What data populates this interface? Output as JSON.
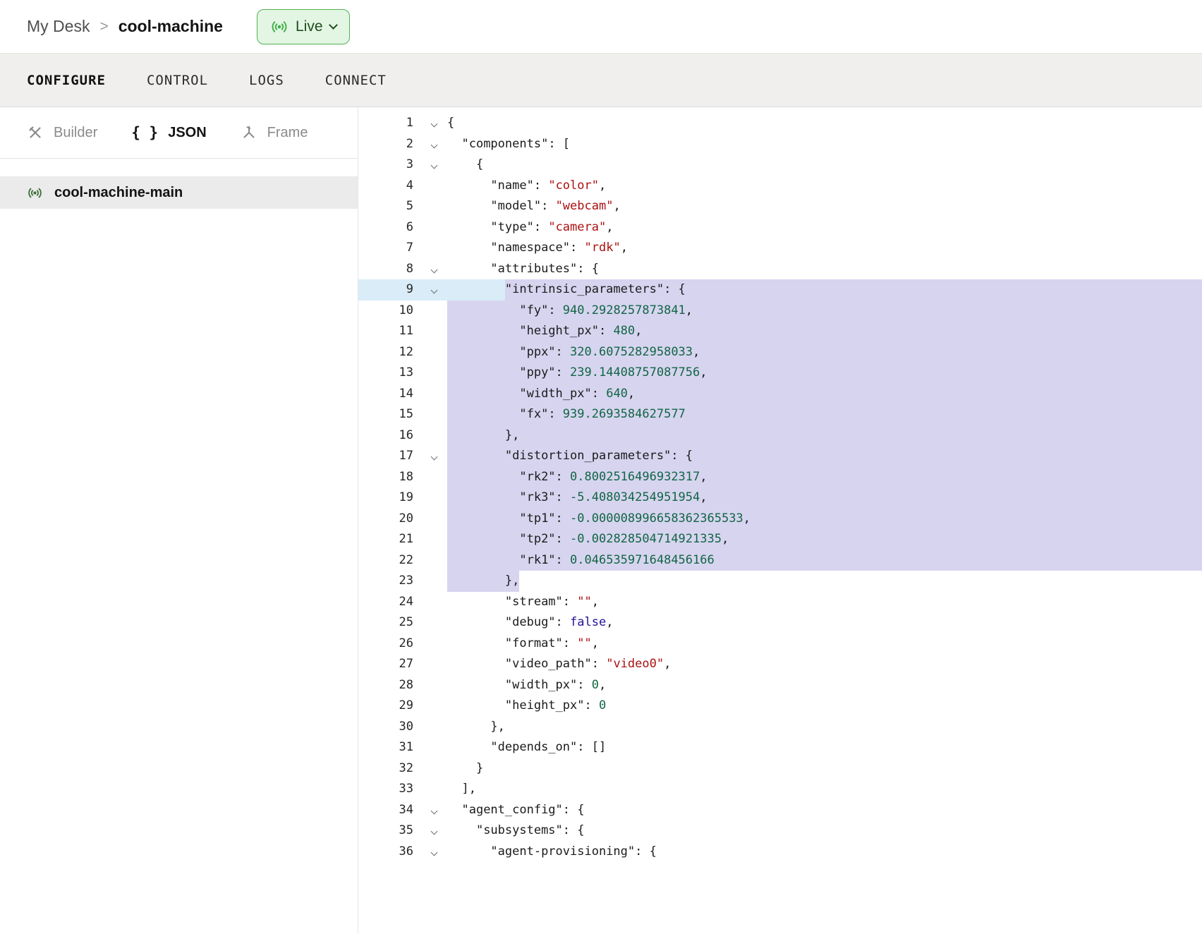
{
  "breadcrumb": {
    "parent": "My Desk",
    "separator": ">",
    "current": "cool-machine"
  },
  "live_badge": {
    "label": "Live"
  },
  "tabs": [
    {
      "label": "CONFIGURE",
      "active": true
    },
    {
      "label": "CONTROL",
      "active": false
    },
    {
      "label": "LOGS",
      "active": false
    },
    {
      "label": "CONNECT",
      "active": false
    }
  ],
  "sidebar": {
    "modes": [
      {
        "label": "Builder",
        "icon": "tools-icon",
        "active": false
      },
      {
        "label": "JSON",
        "icon": "braces-icon",
        "active": true
      },
      {
        "label": "Frame",
        "icon": "frame-axes-icon",
        "active": false
      }
    ],
    "machines": [
      {
        "label": "cool-machine-main",
        "icon": "broadcast-icon",
        "selected": true
      }
    ]
  },
  "colors": {
    "syntax-string": "#aa1111",
    "syntax-number": "#116644",
    "syntax-atom": "#221199",
    "syntax-text": "#1b1b1b",
    "selection": "#d7d4f0",
    "active-line": "#d9ecf8",
    "live-bg": "#e3f6e3",
    "live-border": "#52b152",
    "live-green": "#3fae49",
    "live-text": "#1f4d1f",
    "tabbar-bg": "#f0efed",
    "selected-item-bg": "#ebebeb",
    "machine-icon": "#3c6e3c",
    "muted": "#8a8a8a"
  },
  "editor": {
    "lines": [
      {
        "n": 1,
        "fold": true,
        "tokens": [
          [
            "pun",
            "{"
          ]
        ]
      },
      {
        "n": 2,
        "fold": true,
        "tokens": [
          [
            "ws",
            "  "
          ],
          [
            "key",
            "\"components\""
          ],
          [
            "pun",
            ": ["
          ]
        ]
      },
      {
        "n": 3,
        "fold": true,
        "tokens": [
          [
            "ws",
            "    "
          ],
          [
            "pun",
            "{"
          ]
        ]
      },
      {
        "n": 4,
        "tokens": [
          [
            "ws",
            "      "
          ],
          [
            "key",
            "\"name\""
          ],
          [
            "pun",
            ": "
          ],
          [
            "str",
            "\"color\""
          ],
          [
            "pun",
            ","
          ]
        ]
      },
      {
        "n": 5,
        "tokens": [
          [
            "ws",
            "      "
          ],
          [
            "key",
            "\"model\""
          ],
          [
            "pun",
            ": "
          ],
          [
            "str",
            "\"webcam\""
          ],
          [
            "pun",
            ","
          ]
        ]
      },
      {
        "n": 6,
        "tokens": [
          [
            "ws",
            "      "
          ],
          [
            "key",
            "\"type\""
          ],
          [
            "pun",
            ": "
          ],
          [
            "str",
            "\"camera\""
          ],
          [
            "pun",
            ","
          ]
        ]
      },
      {
        "n": 7,
        "tokens": [
          [
            "ws",
            "      "
          ],
          [
            "key",
            "\"namespace\""
          ],
          [
            "pun",
            ": "
          ],
          [
            "str",
            "\"rdk\""
          ],
          [
            "pun",
            ","
          ]
        ]
      },
      {
        "n": 8,
        "fold": true,
        "tokens": [
          [
            "ws",
            "      "
          ],
          [
            "key",
            "\"attributes\""
          ],
          [
            "pun",
            ": {"
          ]
        ]
      },
      {
        "n": 9,
        "fold": true,
        "active": true,
        "sel": "from",
        "tokens": [
          [
            "ws",
            "        "
          ],
          [
            "key",
            "\"intrinsic_parameters\""
          ],
          [
            "pun",
            ": {"
          ]
        ]
      },
      {
        "n": 10,
        "sel": "full",
        "tokens": [
          [
            "ws",
            "          "
          ],
          [
            "key",
            "\"fy\""
          ],
          [
            "pun",
            ": "
          ],
          [
            "num",
            "940.2928257873841"
          ],
          [
            "pun",
            ","
          ]
        ]
      },
      {
        "n": 11,
        "sel": "full",
        "tokens": [
          [
            "ws",
            "          "
          ],
          [
            "key",
            "\"height_px\""
          ],
          [
            "pun",
            ": "
          ],
          [
            "num",
            "480"
          ],
          [
            "pun",
            ","
          ]
        ]
      },
      {
        "n": 12,
        "sel": "full",
        "tokens": [
          [
            "ws",
            "          "
          ],
          [
            "key",
            "\"ppx\""
          ],
          [
            "pun",
            ": "
          ],
          [
            "num",
            "320.6075282958033"
          ],
          [
            "pun",
            ","
          ]
        ]
      },
      {
        "n": 13,
        "sel": "full",
        "tokens": [
          [
            "ws",
            "          "
          ],
          [
            "key",
            "\"ppy\""
          ],
          [
            "pun",
            ": "
          ],
          [
            "num",
            "239.14408757087756"
          ],
          [
            "pun",
            ","
          ]
        ]
      },
      {
        "n": 14,
        "sel": "full",
        "tokens": [
          [
            "ws",
            "          "
          ],
          [
            "key",
            "\"width_px\""
          ],
          [
            "pun",
            ": "
          ],
          [
            "num",
            "640"
          ],
          [
            "pun",
            ","
          ]
        ]
      },
      {
        "n": 15,
        "sel": "full",
        "tokens": [
          [
            "ws",
            "          "
          ],
          [
            "key",
            "\"fx\""
          ],
          [
            "pun",
            ": "
          ],
          [
            "num",
            "939.2693584627577"
          ]
        ]
      },
      {
        "n": 16,
        "sel": "full",
        "tokens": [
          [
            "ws",
            "        "
          ],
          [
            "pun",
            "},"
          ]
        ]
      },
      {
        "n": 17,
        "fold": true,
        "sel": "full",
        "tokens": [
          [
            "ws",
            "        "
          ],
          [
            "key",
            "\"distortion_parameters\""
          ],
          [
            "pun",
            ": {"
          ]
        ]
      },
      {
        "n": 18,
        "sel": "full",
        "tokens": [
          [
            "ws",
            "          "
          ],
          [
            "key",
            "\"rk2\""
          ],
          [
            "pun",
            ": "
          ],
          [
            "num",
            "0.8002516496932317"
          ],
          [
            "pun",
            ","
          ]
        ]
      },
      {
        "n": 19,
        "sel": "full",
        "tokens": [
          [
            "ws",
            "          "
          ],
          [
            "key",
            "\"rk3\""
          ],
          [
            "pun",
            ": "
          ],
          [
            "num",
            "-5.408034254951954"
          ],
          [
            "pun",
            ","
          ]
        ]
      },
      {
        "n": 20,
        "sel": "full",
        "tokens": [
          [
            "ws",
            "          "
          ],
          [
            "key",
            "\"tp1\""
          ],
          [
            "pun",
            ": "
          ],
          [
            "num",
            "-0.000008996658362365533"
          ],
          [
            "pun",
            ","
          ]
        ]
      },
      {
        "n": 21,
        "sel": "full",
        "tokens": [
          [
            "ws",
            "          "
          ],
          [
            "key",
            "\"tp2\""
          ],
          [
            "pun",
            ": "
          ],
          [
            "num",
            "-0.002828504714921335"
          ],
          [
            "pun",
            ","
          ]
        ]
      },
      {
        "n": 22,
        "sel": "full",
        "tokens": [
          [
            "ws",
            "          "
          ],
          [
            "key",
            "\"rk1\""
          ],
          [
            "pun",
            ": "
          ],
          [
            "num",
            "0.046535971648456166"
          ]
        ]
      },
      {
        "n": 23,
        "sel": "text",
        "tokens": [
          [
            "ws",
            "        "
          ],
          [
            "pun",
            "},"
          ]
        ]
      },
      {
        "n": 24,
        "tokens": [
          [
            "ws",
            "        "
          ],
          [
            "key",
            "\"stream\""
          ],
          [
            "pun",
            ": "
          ],
          [
            "str",
            "\"\""
          ],
          [
            "pun",
            ","
          ]
        ]
      },
      {
        "n": 25,
        "tokens": [
          [
            "ws",
            "        "
          ],
          [
            "key",
            "\"debug\""
          ],
          [
            "pun",
            ": "
          ],
          [
            "atom",
            "false"
          ],
          [
            "pun",
            ","
          ]
        ]
      },
      {
        "n": 26,
        "tokens": [
          [
            "ws",
            "        "
          ],
          [
            "key",
            "\"format\""
          ],
          [
            "pun",
            ": "
          ],
          [
            "str",
            "\"\""
          ],
          [
            "pun",
            ","
          ]
        ]
      },
      {
        "n": 27,
        "tokens": [
          [
            "ws",
            "        "
          ],
          [
            "key",
            "\"video_path\""
          ],
          [
            "pun",
            ": "
          ],
          [
            "str",
            "\"video0\""
          ],
          [
            "pun",
            ","
          ]
        ]
      },
      {
        "n": 28,
        "tokens": [
          [
            "ws",
            "        "
          ],
          [
            "key",
            "\"width_px\""
          ],
          [
            "pun",
            ": "
          ],
          [
            "num",
            "0"
          ],
          [
            "pun",
            ","
          ]
        ]
      },
      {
        "n": 29,
        "tokens": [
          [
            "ws",
            "        "
          ],
          [
            "key",
            "\"height_px\""
          ],
          [
            "pun",
            ": "
          ],
          [
            "num",
            "0"
          ]
        ]
      },
      {
        "n": 30,
        "tokens": [
          [
            "ws",
            "      "
          ],
          [
            "pun",
            "},"
          ]
        ]
      },
      {
        "n": 31,
        "tokens": [
          [
            "ws",
            "      "
          ],
          [
            "key",
            "\"depends_on\""
          ],
          [
            "pun",
            ": []"
          ]
        ]
      },
      {
        "n": 32,
        "tokens": [
          [
            "ws",
            "    "
          ],
          [
            "pun",
            "}"
          ]
        ]
      },
      {
        "n": 33,
        "tokens": [
          [
            "ws",
            "  "
          ],
          [
            "pun",
            "],"
          ]
        ]
      },
      {
        "n": 34,
        "fold": true,
        "tokens": [
          [
            "ws",
            "  "
          ],
          [
            "key",
            "\"agent_config\""
          ],
          [
            "pun",
            ": {"
          ]
        ]
      },
      {
        "n": 35,
        "fold": true,
        "tokens": [
          [
            "ws",
            "    "
          ],
          [
            "key",
            "\"subsystems\""
          ],
          [
            "pun",
            ": {"
          ]
        ]
      },
      {
        "n": 36,
        "fold": true,
        "tokens": [
          [
            "ws",
            "      "
          ],
          [
            "key",
            "\"agent-provisioning\""
          ],
          [
            "pun",
            ": {"
          ]
        ]
      }
    ]
  }
}
